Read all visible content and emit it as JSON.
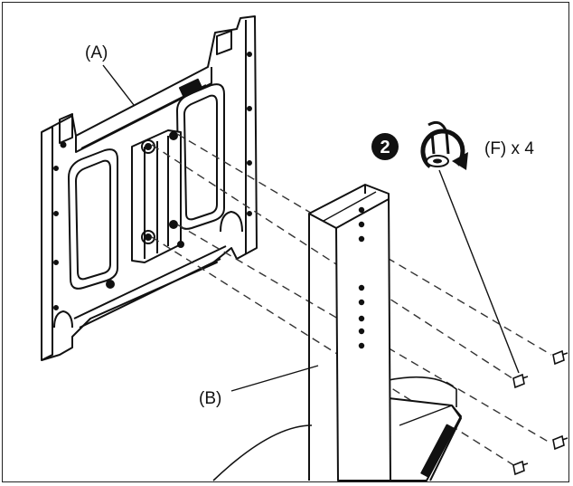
{
  "labels": {
    "part_a": "(A)",
    "part_b": "(B)",
    "step_number": "2",
    "screw_count": "(F) x 4"
  }
}
